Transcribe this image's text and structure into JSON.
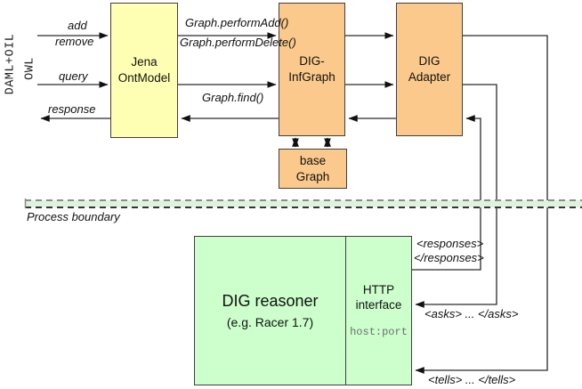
{
  "left_labels": {
    "daml_oil": "DAML+OIL",
    "owl": "OWL"
  },
  "flow_labels": {
    "add": "add",
    "remove": "remove",
    "query": "query",
    "response": "response",
    "perform_add": "Graph.performAdd()",
    "perform_delete": "Graph.performDelete()",
    "find": "Graph.find()"
  },
  "boxes": {
    "jena": {
      "line1": "Jena",
      "line2": "OntModel"
    },
    "dig_infgraph": {
      "line1": "DIG-",
      "line2": "InfGraph"
    },
    "dig_adapter": {
      "line1": "DIG",
      "line2": "Adapter"
    },
    "base_graph": {
      "line1": "base",
      "line2": "Graph"
    },
    "dig_reasoner": {
      "title": "DIG reasoner",
      "subtitle": "(e.g. Racer 1.7)"
    },
    "http_interface": {
      "line1": "HTTP",
      "line2": "interface",
      "host_port": "host:port"
    }
  },
  "boundary": {
    "label": "Process boundary"
  },
  "protocol_labels": {
    "responses_open": "<responses>",
    "responses_close": "</responses>",
    "asks": "<asks> ... </asks>",
    "tells": "<tells> ... </tells>"
  },
  "colors": {
    "yellow_box": "#ffffb3",
    "orange_box": "#fcc98c",
    "green_box": "#ccffcc",
    "boundary_fill": "#ddf3dd",
    "line": "#2a2a2a",
    "host_port_text": "#6e6e6e"
  }
}
